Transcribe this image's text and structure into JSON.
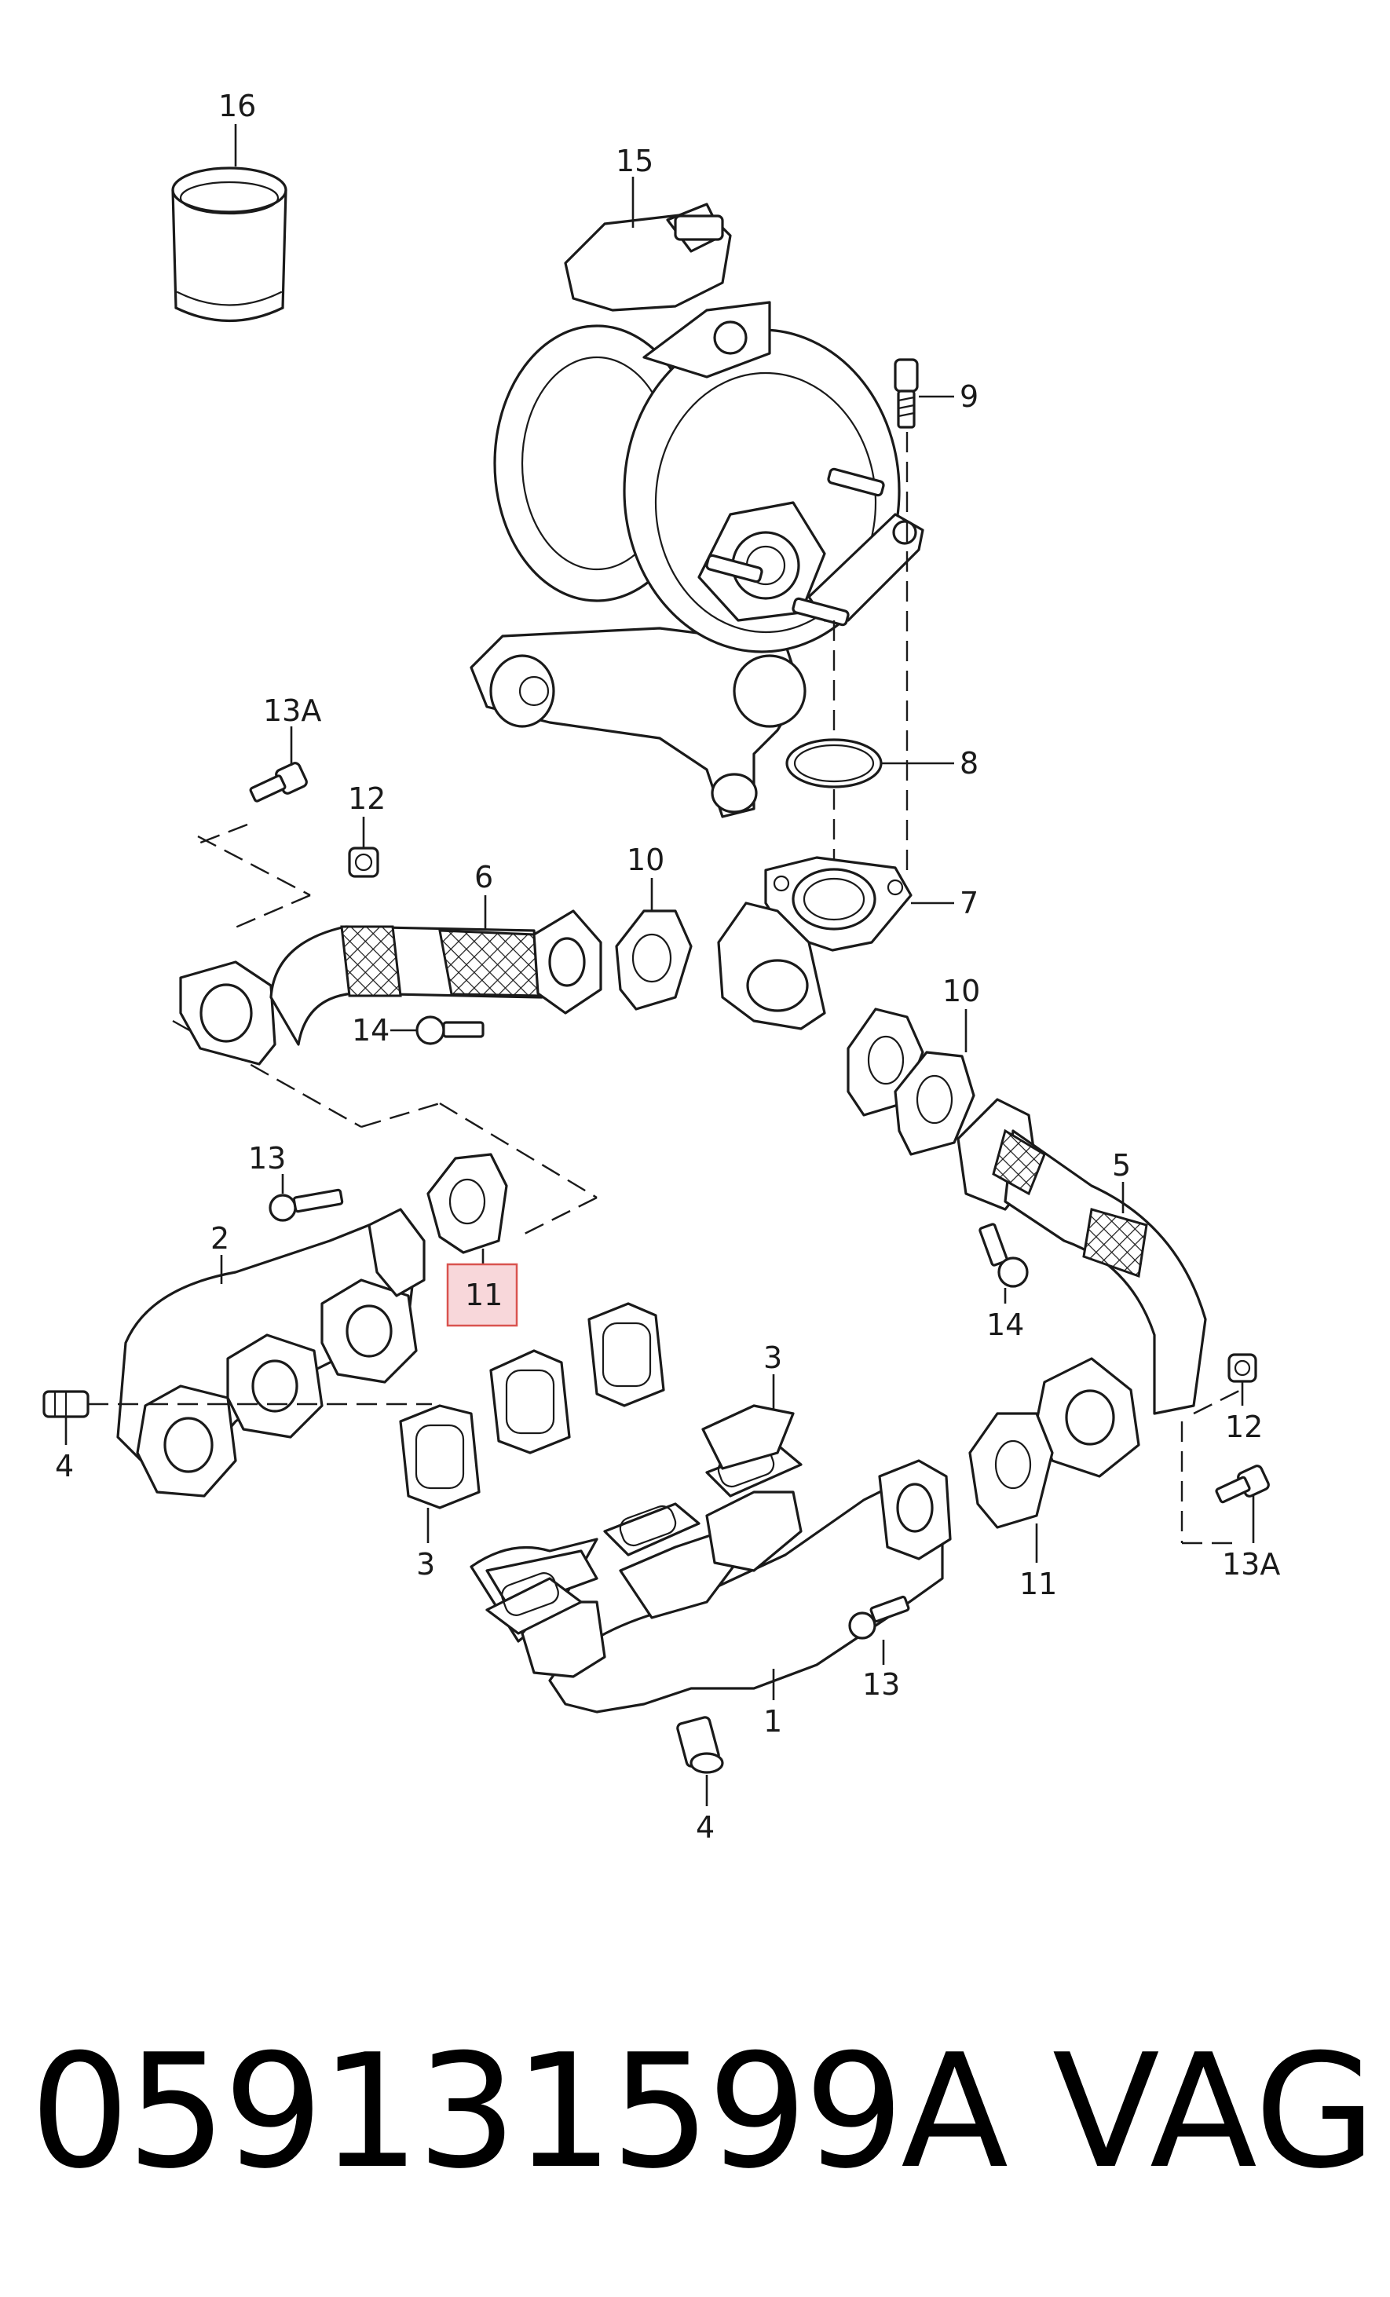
{
  "diagram": {
    "callouts": {
      "c16": "16",
      "c15": "15",
      "c9": "9",
      "c8": "8",
      "c7": "7",
      "c13a_top": "13A",
      "c12_top": "12",
      "c6": "6",
      "c10_top": "10",
      "c10_right": "10",
      "c14_left": "14",
      "c5": "5",
      "c13_left": "13",
      "c2": "2",
      "c11_highlight": "11",
      "c14_right": "14",
      "c3_top": "3",
      "c4_left": "4",
      "c12_right": "12",
      "c3_bottom": "3",
      "c11_right": "11",
      "c13a_right": "13A",
      "c13_bottom": "13",
      "c1": "1",
      "c4_bottom": "4"
    },
    "highlight_color": "#f8d7da"
  },
  "footer": {
    "part_number": "059131599A",
    "brand": "VAG"
  }
}
